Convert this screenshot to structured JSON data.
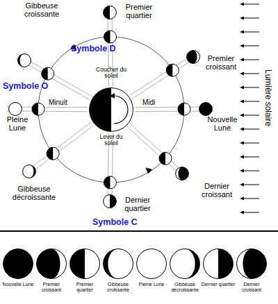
{
  "diagram": {
    "nodes": [
      {
        "text": [
          "Gibbeuse croissante"
        ]
      },
      {
        "text": [
          "Premier quartier"
        ]
      },
      {
        "text": [
          "Premier croissant"
        ]
      },
      {
        "text": [
          "Pleine Lune"
        ]
      },
      {
        "text": [
          "Coucher du soleil",
          "Lever du soleil"
        ]
      },
      {
        "text": [
          "Nouvelle Lune"
        ]
      },
      {
        "text": [
          "Gibbeuse décroissante"
        ]
      },
      {
        "text": [
          "Dernier quartier"
        ]
      },
      {
        "text": [
          "Dernier croissant"
        ]
      },
      {
        "text": [
          "Nouvelle Lune"
        ]
      },
      {
        "text": [
          "Premier croissant"
        ]
      },
      {
        "text": [
          "Premier quartier"
        ]
      },
      {
        "text": [
          "Gibbeuse croissante"
        ]
      },
      {
        "text": [
          "Pleine Lune"
        ]
      },
      {
        "text": [
          "Gibbeuse décroissante"
        ]
      },
      {
        "text": [
          "Dernier quartier"
        ]
      },
      {
        "text": [
          "Dernier croissant"
        ]
      }
    ],
    "labels": [
      "Symbole D",
      "Symbole O",
      "Minuit",
      "Midi",
      "Symbole C",
      "Lumière solaire"
    ]
  }
}
